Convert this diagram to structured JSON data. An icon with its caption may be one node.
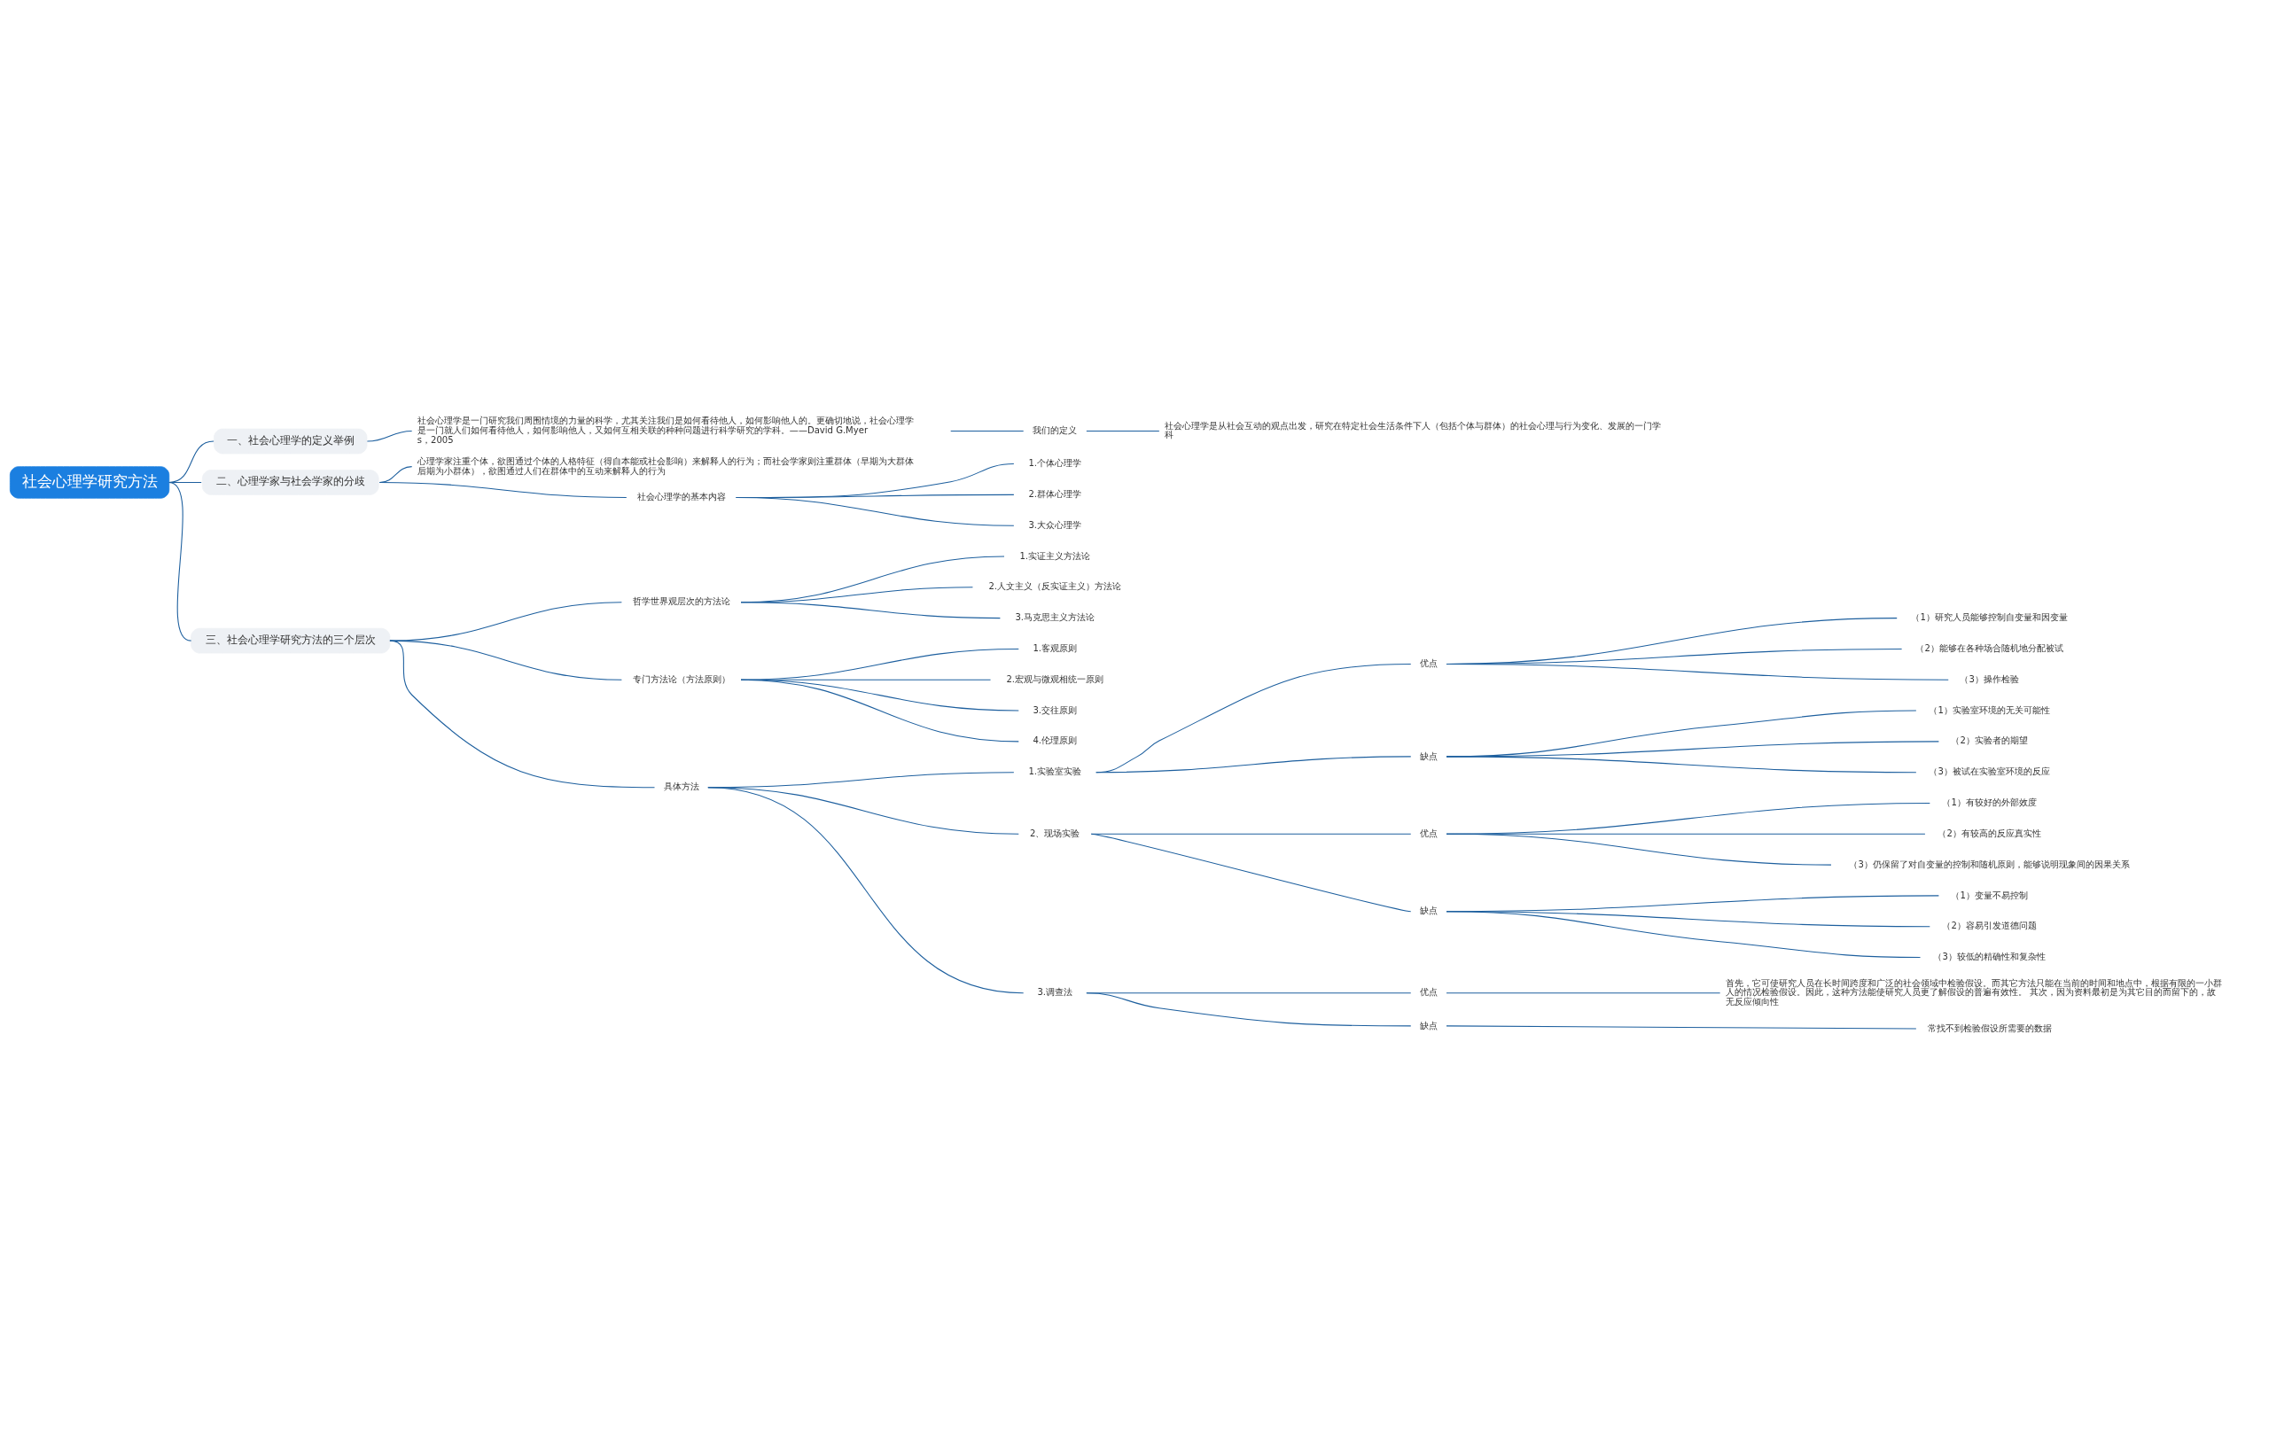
{
  "diagram": {
    "nodes": [
      {
        "text": [
          "社会心理学研究方法"
        ]
      },
      {
        "text": [
          "一、社会心理学的定义举例"
        ]
      },
      {
        "text": [
          "社会心理学是一门研究我们周围情境的力量的科学，尤其关注我们是如何看待他人，如何影响他人的。更确切地说，社会心理学是一门就人们如何看待他人，如何影响他人，又如何互相关联的种种问题进行科学研究的学科。——David G.Myers，2005"
        ]
      },
      {
        "text": [
          "我们的定义"
        ]
      },
      {
        "text": [
          "社会心理学是从社会互动的观点出发，研究在特定社会生活条件下人（包括个体与群体）的社会心理与行为变化、发展的一门学科"
        ]
      },
      {
        "text": [
          "二、心理学家与社会学家的分歧"
        ]
      },
      {
        "text": [
          "心理学家注重个体，欲图通过个体的人格特征（得自本能或社会影响）来解释人的行为；而社会学家则注重群体（早期为大群体后期为小群体），欲图通过人们在群体中的互动来解释人的行为"
        ]
      },
      {
        "text": [
          "社会心理学的基本内容"
        ]
      },
      {
        "text": [
          "1.个体心理学"
        ]
      },
      {
        "text": [
          "2.群体心理学"
        ]
      },
      {
        "text": [
          "3.大众心理学"
        ]
      },
      {
        "text": [
          "三、社会心理学研究方法的三个层次"
        ]
      },
      {
        "text": [
          "哲学世界观层次的方法论"
        ]
      },
      {
        "text": [
          "1.实证主义方法论"
        ]
      },
      {
        "text": [
          "2.人文主义（反实证主义）方法论"
        ]
      },
      {
        "text": [
          "3.马克思主义方法论"
        ]
      },
      {
        "text": [
          "专门方法论（方法原则）"
        ]
      },
      {
        "text": [
          "1.客观原则"
        ]
      },
      {
        "text": [
          "2.宏观与微观相统一原则"
        ]
      },
      {
        "text": [
          "3.交往原则"
        ]
      },
      {
        "text": [
          "4.伦理原则"
        ]
      },
      {
        "text": [
          "具体方法"
        ]
      },
      {
        "text": [
          "1.实验室实验"
        ]
      },
      {
        "text": [
          "优点"
        ]
      },
      {
        "text": [
          "（1）研究人员能够控制自变量和因变量"
        ]
      },
      {
        "text": [
          "（2）能够在各种场合随机地分配被试"
        ]
      },
      {
        "text": [
          "（3）操作检验"
        ]
      },
      {
        "text": [
          "缺点"
        ]
      },
      {
        "text": [
          "（1）实验室环境的无关可能性"
        ]
      },
      {
        "text": [
          "（2）实验者的期望"
        ]
      },
      {
        "text": [
          "（3）被试在实验室环境的反应"
        ]
      },
      {
        "text": [
          "2、现场实验"
        ]
      },
      {
        "text": [
          "优点"
        ]
      },
      {
        "text": [
          "（1）有较好的外部效度"
        ]
      },
      {
        "text": [
          "（2）有较高的反应真实性"
        ]
      },
      {
        "text": [
          "（3）仍保留了对自变量的控制和随机原则，能够说明现象间的因果关系"
        ]
      },
      {
        "text": [
          "缺点"
        ]
      },
      {
        "text": [
          "（1）变量不易控制"
        ]
      },
      {
        "text": [
          "（2）容易引发道德问题"
        ]
      },
      {
        "text": [
          "（3）较低的精确性和复杂性"
        ]
      },
      {
        "text": [
          "3.调查法"
        ]
      },
      {
        "text": [
          "优点"
        ]
      },
      {
        "text": [
          "首先，它可使研究人员在长时间跨度和广泛的社会领域中检验假设。而其它方法只能在当前的时间和地点中，根据有限的一小群人的情况检验假设。因此，这种方法能使研究人员更了解假设的普遍有效性。 其次，因为资料最初是为其它目的而留下的，故无反应倾向性"
        ]
      },
      {
        "text": [
          "缺点"
        ]
      },
      {
        "text": [
          "常找不到检验假设所需要的数据"
        ]
      }
    ],
    "edges": [
      {
        "from": 0,
        "to": 1,
        "arrow": "none"
      },
      {
        "from": 1,
        "to": 2,
        "arrow": "none"
      },
      {
        "from": 2,
        "to": 3,
        "arrow": "none"
      },
      {
        "from": 3,
        "to": 4,
        "arrow": "none"
      },
      {
        "from": 0,
        "to": 5,
        "arrow": "none"
      },
      {
        "from": 5,
        "to": 6,
        "arrow": "none"
      },
      {
        "from": 5,
        "to": 7,
        "arrow": "none"
      },
      {
        "from": 7,
        "to": 8,
        "arrow": "none"
      },
      {
        "from": 7,
        "to": 9,
        "arrow": "none"
      },
      {
        "from": 7,
        "to": 10,
        "arrow": "none"
      },
      {
        "from": 0,
        "to": 11,
        "arrow": "none"
      },
      {
        "from": 11,
        "to": 12,
        "arrow": "none"
      },
      {
        "from": 12,
        "to": 13,
        "arrow": "none"
      },
      {
        "from": 12,
        "to": 14,
        "arrow": "none"
      },
      {
        "from": 12,
        "to": 15,
        "arrow": "none"
      },
      {
        "from": 11,
        "to": 16,
        "arrow": "none"
      },
      {
        "from": 16,
        "to": 17,
        "arrow": "none"
      },
      {
        "from": 16,
        "to": 18,
        "arrow": "none"
      },
      {
        "from": 16,
        "to": 19,
        "arrow": "none"
      },
      {
        "from": 16,
        "to": 20,
        "arrow": "none"
      },
      {
        "from": 11,
        "to": 21,
        "arrow": "none"
      },
      {
        "from": 21,
        "to": 22,
        "arrow": "none"
      },
      {
        "from": 22,
        "to": 23,
        "arrow": "none"
      },
      {
        "from": 23,
        "to": 24,
        "arrow": "none"
      },
      {
        "from": 23,
        "to": 25,
        "arrow": "none"
      },
      {
        "from": 23,
        "to": 26,
        "arrow": "none"
      },
      {
        "from": 22,
        "to": 27,
        "arrow": "none"
      },
      {
        "from": 27,
        "to": 28,
        "arrow": "none"
      },
      {
        "from": 27,
        "to": 29,
        "arrow": "none"
      },
      {
        "from": 27,
        "to": 30,
        "arrow": "none"
      },
      {
        "from": 21,
        "to": 31,
        "arrow": "none"
      },
      {
        "from": 31,
        "to": 32,
        "arrow": "none"
      },
      {
        "from": 32,
        "to": 33,
        "arrow": "none"
      },
      {
        "from": 32,
        "to": 34,
        "arrow": "none"
      },
      {
        "from": 32,
        "to": 35,
        "arrow": "none"
      },
      {
        "from": 31,
        "to": 36,
        "arrow": "none"
      },
      {
        "from": 36,
        "to": 37,
        "arrow": "none"
      },
      {
        "from": 36,
        "to": 38,
        "arrow": "none"
      },
      {
        "from": 36,
        "to": 39,
        "arrow": "none"
      },
      {
        "from": 21,
        "to": 40,
        "arrow": "none"
      },
      {
        "from": 40,
        "to": 41,
        "arrow": "none"
      },
      {
        "from": 41,
        "to": 42,
        "arrow": "none"
      },
      {
        "from": 40,
        "to": 43,
        "arrow": "none"
      },
      {
        "from": 43,
        "to": 44,
        "arrow": "none"
      }
    ]
  }
}
